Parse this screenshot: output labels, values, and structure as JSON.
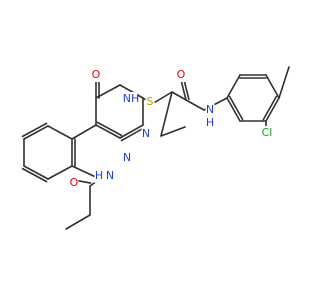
{
  "colors": {
    "bond": "#303030",
    "O": "#e8000b",
    "N": "#1f3fdc",
    "S": "#b8a000",
    "Cl": "#1a9e1a",
    "background": "#ffffff"
  },
  "atoms": [
    {
      "key": "O_ketone",
      "label": "O",
      "element": "O"
    },
    {
      "key": "N4H",
      "label": "NH",
      "element": "N"
    },
    {
      "key": "N2",
      "label": "N",
      "element": "N"
    },
    {
      "key": "N1",
      "label": "N",
      "element": "N"
    },
    {
      "key": "S",
      "label": "S",
      "element": "S"
    },
    {
      "key": "O_amide_top",
      "label": "O",
      "element": "O"
    },
    {
      "key": "N_amide_top",
      "label": "N",
      "element": "N"
    },
    {
      "key": "H_amide_top",
      "label": "H",
      "element": "N"
    },
    {
      "key": "Cl",
      "label": "Cl",
      "element": "Cl"
    },
    {
      "key": "N_amide_bottom",
      "label": "N",
      "element": "N"
    },
    {
      "key": "H_amide_bottom",
      "label": "H",
      "element": "N"
    },
    {
      "key": "O_amide_bottom",
      "label": "O",
      "element": "O"
    }
  ]
}
